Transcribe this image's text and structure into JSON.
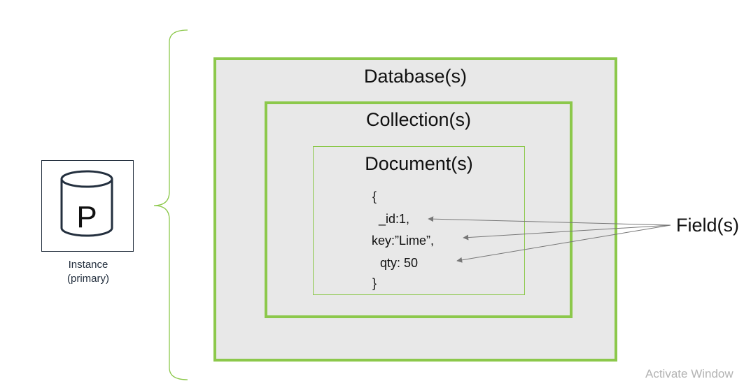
{
  "instance": {
    "icon_letter": "P",
    "label_line1": "Instance",
    "label_line2": "(primary)"
  },
  "boxes": {
    "database_title": "Database(s)",
    "collection_title": "Collection(s)",
    "document_title": "Document(s)"
  },
  "document": {
    "lines": [
      "{",
      "_id:1,",
      "key:”Lime”,",
      "qty: 50",
      "}"
    ]
  },
  "fields_label": "Field(s)",
  "watermark": "Activate Window",
  "colors": {
    "box_border": "#8cc84b",
    "box_fill": "#e8e8e8",
    "icon_stroke": "#232f3e",
    "arrow": "#777777"
  }
}
